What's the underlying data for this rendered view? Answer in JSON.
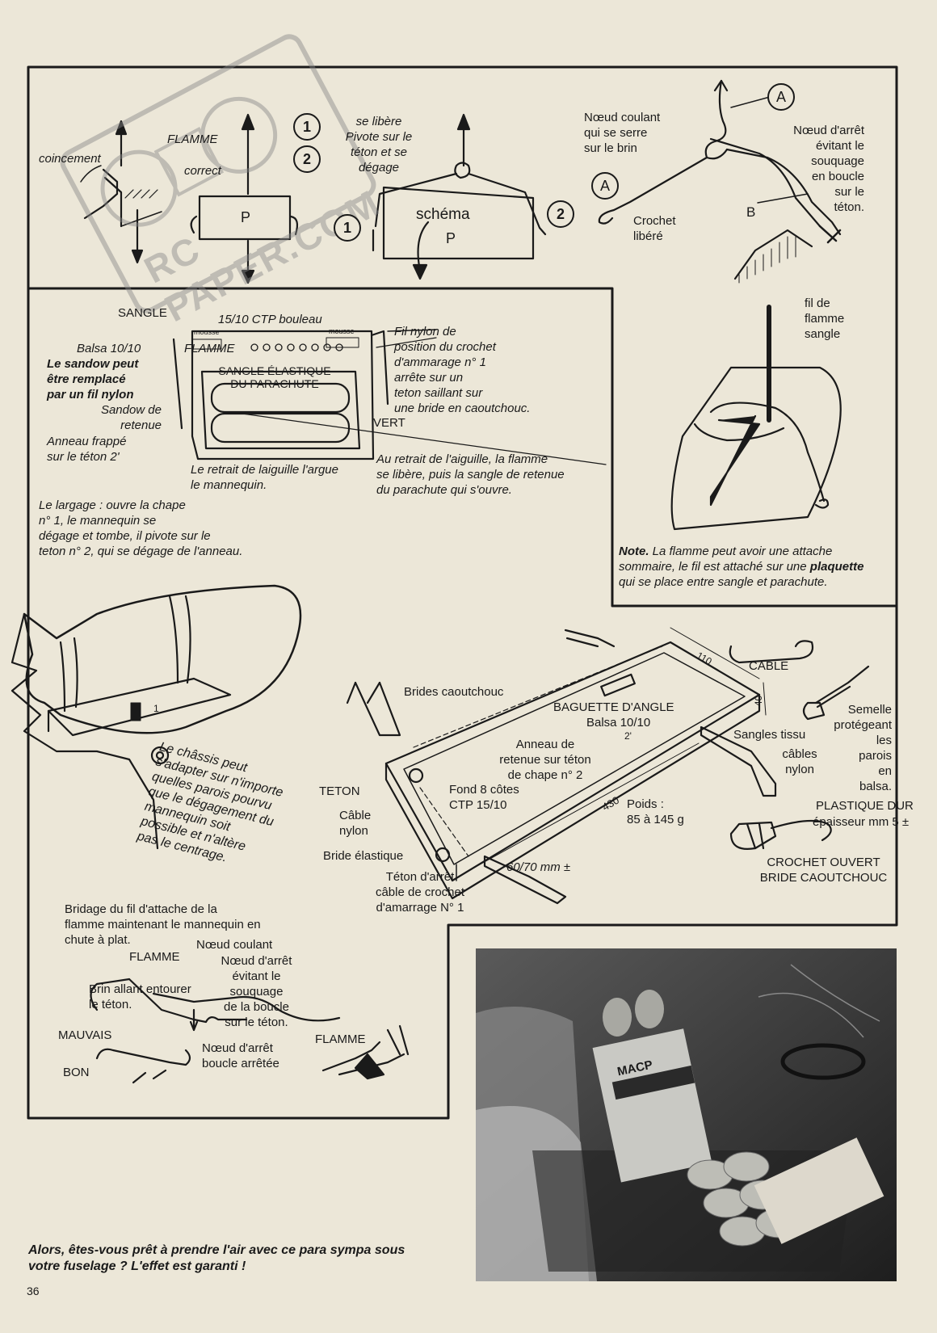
{
  "top_left": {
    "coincement": "coincement",
    "flamme": "FLAMME",
    "correct": "correct",
    "p": "P",
    "num1": "1",
    "num2": "2"
  },
  "top_middle": {
    "text": "se libère\nPivote sur le\ntéton et se\ndégage",
    "schema": "schéma",
    "p": "P",
    "num1": "1",
    "num2": "2"
  },
  "top_right": {
    "a_top": "A",
    "a_left": "A",
    "noeud_coulant": "Nœud coulant\nqui se serre\nsur le brin",
    "noeud_arret": "Nœud d'arrêt\névitant le\nsouquage\nen boucle\nsur le\ntéton.",
    "b": "B",
    "crochet": "Crochet\nlibéré"
  },
  "middle_left": {
    "sangle": "SANGLE",
    "ctp": "15/10 CTP bouleau",
    "mousse1": "mousse",
    "mousse2": "mousse",
    "balsa": "Balsa 10/10",
    "flamme": "FLAMME",
    "sandow_bold": "Le sandow peut\nêtre remplacé\npar un fil nylon",
    "sandow_retenue": "Sandow de\nretenue",
    "anneau": "Anneau frappé\nsur le téton 2'",
    "sangle_elastique": "SANGLE ÉLASTIQUE\nDU PARACHUTE",
    "fil_nylon": "Fil nylon de\nposition du crochet\nd'ammarage n° 1\narrête sur un\nteton saillant sur\nune bride en caoutchouc.",
    "vert": "VERT",
    "retrait_left": "Le retrait de laiguille l'argue\nle mannequin.",
    "retrait_right": "Au retrait de l'aiguille, la flamme\nse libère, puis la sangle de retenue\ndu parachute qui s'ouvre.",
    "largage": "Le largage : ouvre la chape\nn° 1, le mannequin se\ndégage et tombe, il pivote sur le\nteton n° 2, qui se dégage de l'anneau."
  },
  "middle_right": {
    "fil_flamme": "fil de\nflamme\nsangle",
    "note_bold": "Note.",
    "note_text": " La flamme peut avoir une attache\nsommaire, le fil est attaché sur une ",
    "note_bold2": "plaquette",
    "note_text2": "\nqui se place entre sangle et parachute."
  },
  "chassis": {
    "text": "Le châssis peut\ns'adapter sur n'importe\nquelles parois pourvu\nque le dégagement du\nmannequin soit\npossible et n'altère\npas le centrage.",
    "label_1": "1"
  },
  "box": {
    "brides": "Brides caoutchouc",
    "baguette": "BAGUETTE D'ANGLE",
    "balsa": "Balsa 10/10",
    "anneau": "Anneau de\nretenue sur téton\nde chape n° 2",
    "two_prime": "2'",
    "fond": "Fond 8 côtes\nCTP 15/10",
    "teton": "TETON",
    "cable_nylon": "Câble\nnylon",
    "bride": "Bride élastique",
    "teton_arret": "Téton d'arrêt\ncâble de crochet\nd'amarrage N° 1",
    "dim_430": "430",
    "dim_110": "110",
    "dim_40": "40",
    "dim_60": "60/70 mm ±",
    "poids": "Poids :\n85 à 145 g",
    "cable": "CABLE",
    "sangles": "Sangles tissu",
    "cables_nylon": "câbles\nnylon",
    "semelle": "Semelle\nprotégeant\nles\nparois\nen\nbalsa.",
    "plastique": "PLASTIQUE DUR",
    "epaisseur": "épaisseur mm 5 ±",
    "crochet_ouvert": "CROCHET OUVERT\nBRIDE CAOUTCHOUC"
  },
  "bottom_left": {
    "bridage": "Bridage du fil d'attache de la\nflamme maintenant le mannequin en\nchute à plat.",
    "flamme1": "FLAMME",
    "noeud_coulant": "Nœud coulant",
    "noeud_arret": "Nœud d'arrêt\névitant le\nsouquage\nde la boucle\nsur le téton.",
    "brin": "Brin allant entourer\nle téton.",
    "mauvais": "MAUVAIS",
    "bon": "BON",
    "noeud_boucle": "Nœud d'arrêt\nboucle arrêtée",
    "flamme2": "FLAMME"
  },
  "photo": {
    "macp": "MACP"
  },
  "watermark": {
    "text": "RC PAPER.COM"
  },
  "footer": {
    "text": "Alors, êtes-vous prêt à prendre l'air avec ce para sympa sous\nvotre fuselage ? L'effet est garanti !",
    "page_number": "36"
  }
}
